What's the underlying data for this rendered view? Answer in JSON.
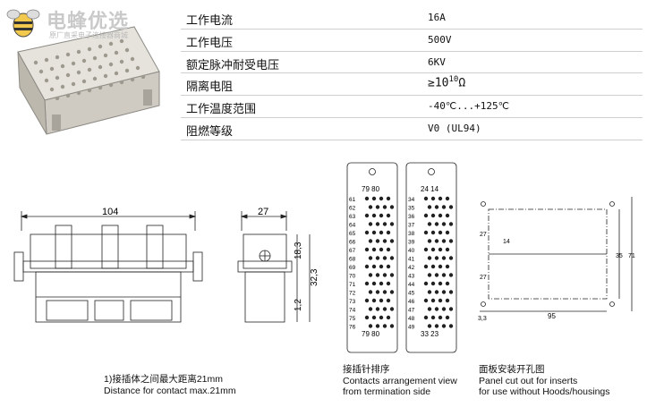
{
  "logo": {
    "title": "电蜂优选",
    "subtitle": "原厂直采电子连接器商城"
  },
  "specs": [
    {
      "name": "工作电流",
      "value": "16A"
    },
    {
      "name": "工作电压",
      "value": "500V"
    },
    {
      "name": "额定脉冲耐受电压",
      "value": "6KV"
    },
    {
      "name": "隔离电阻",
      "value_prefix": "≥10",
      "value_sup": "10",
      "value_suffix": "Ω"
    },
    {
      "name": "工作温度范围",
      "value": "-40℃...+125℃"
    },
    {
      "name": "阻燃等级",
      "value": "V0 (UL94)"
    }
  ],
  "dimensions": {
    "width": "104",
    "side_width": "27",
    "height_a": "18,3",
    "height_b": "32,3",
    "height_c": "1,2",
    "panel_width": "95",
    "panel_offset": "3,3",
    "panel_h1": "27",
    "panel_h2": "14",
    "panel_h3": "27",
    "panel_h4": "35",
    "panel_h5": "71"
  },
  "contacts": {
    "left_top_labels": "79 80",
    "left_bottom_labels": "79 80",
    "right_top_labels": "24 14",
    "right_bottom_labels": "33 23",
    "left_numbers": [
      "61",
      "62",
      "63",
      "64",
      "65",
      "66",
      "67",
      "68",
      "69",
      "70",
      "71",
      "72",
      "73",
      "74",
      "75",
      "76"
    ],
    "right_numbers": [
      "34",
      "35",
      "36",
      "37",
      "38",
      "39",
      "40",
      "41",
      "42",
      "43",
      "44",
      "45",
      "46",
      "47",
      "48",
      "49"
    ]
  },
  "captions": {
    "left_cn": "1)接插体之间最大距离21mm",
    "left_en": "Distance for contact max.21mm",
    "mid_cn": "接插针排序",
    "mid_en1": "Contacts arrangement view",
    "mid_en2": "from termination side",
    "right_cn": "面板安装开孔图",
    "right_en1": "Panel cut out for inserts",
    "right_en2": "for use without Hoods/housings"
  }
}
